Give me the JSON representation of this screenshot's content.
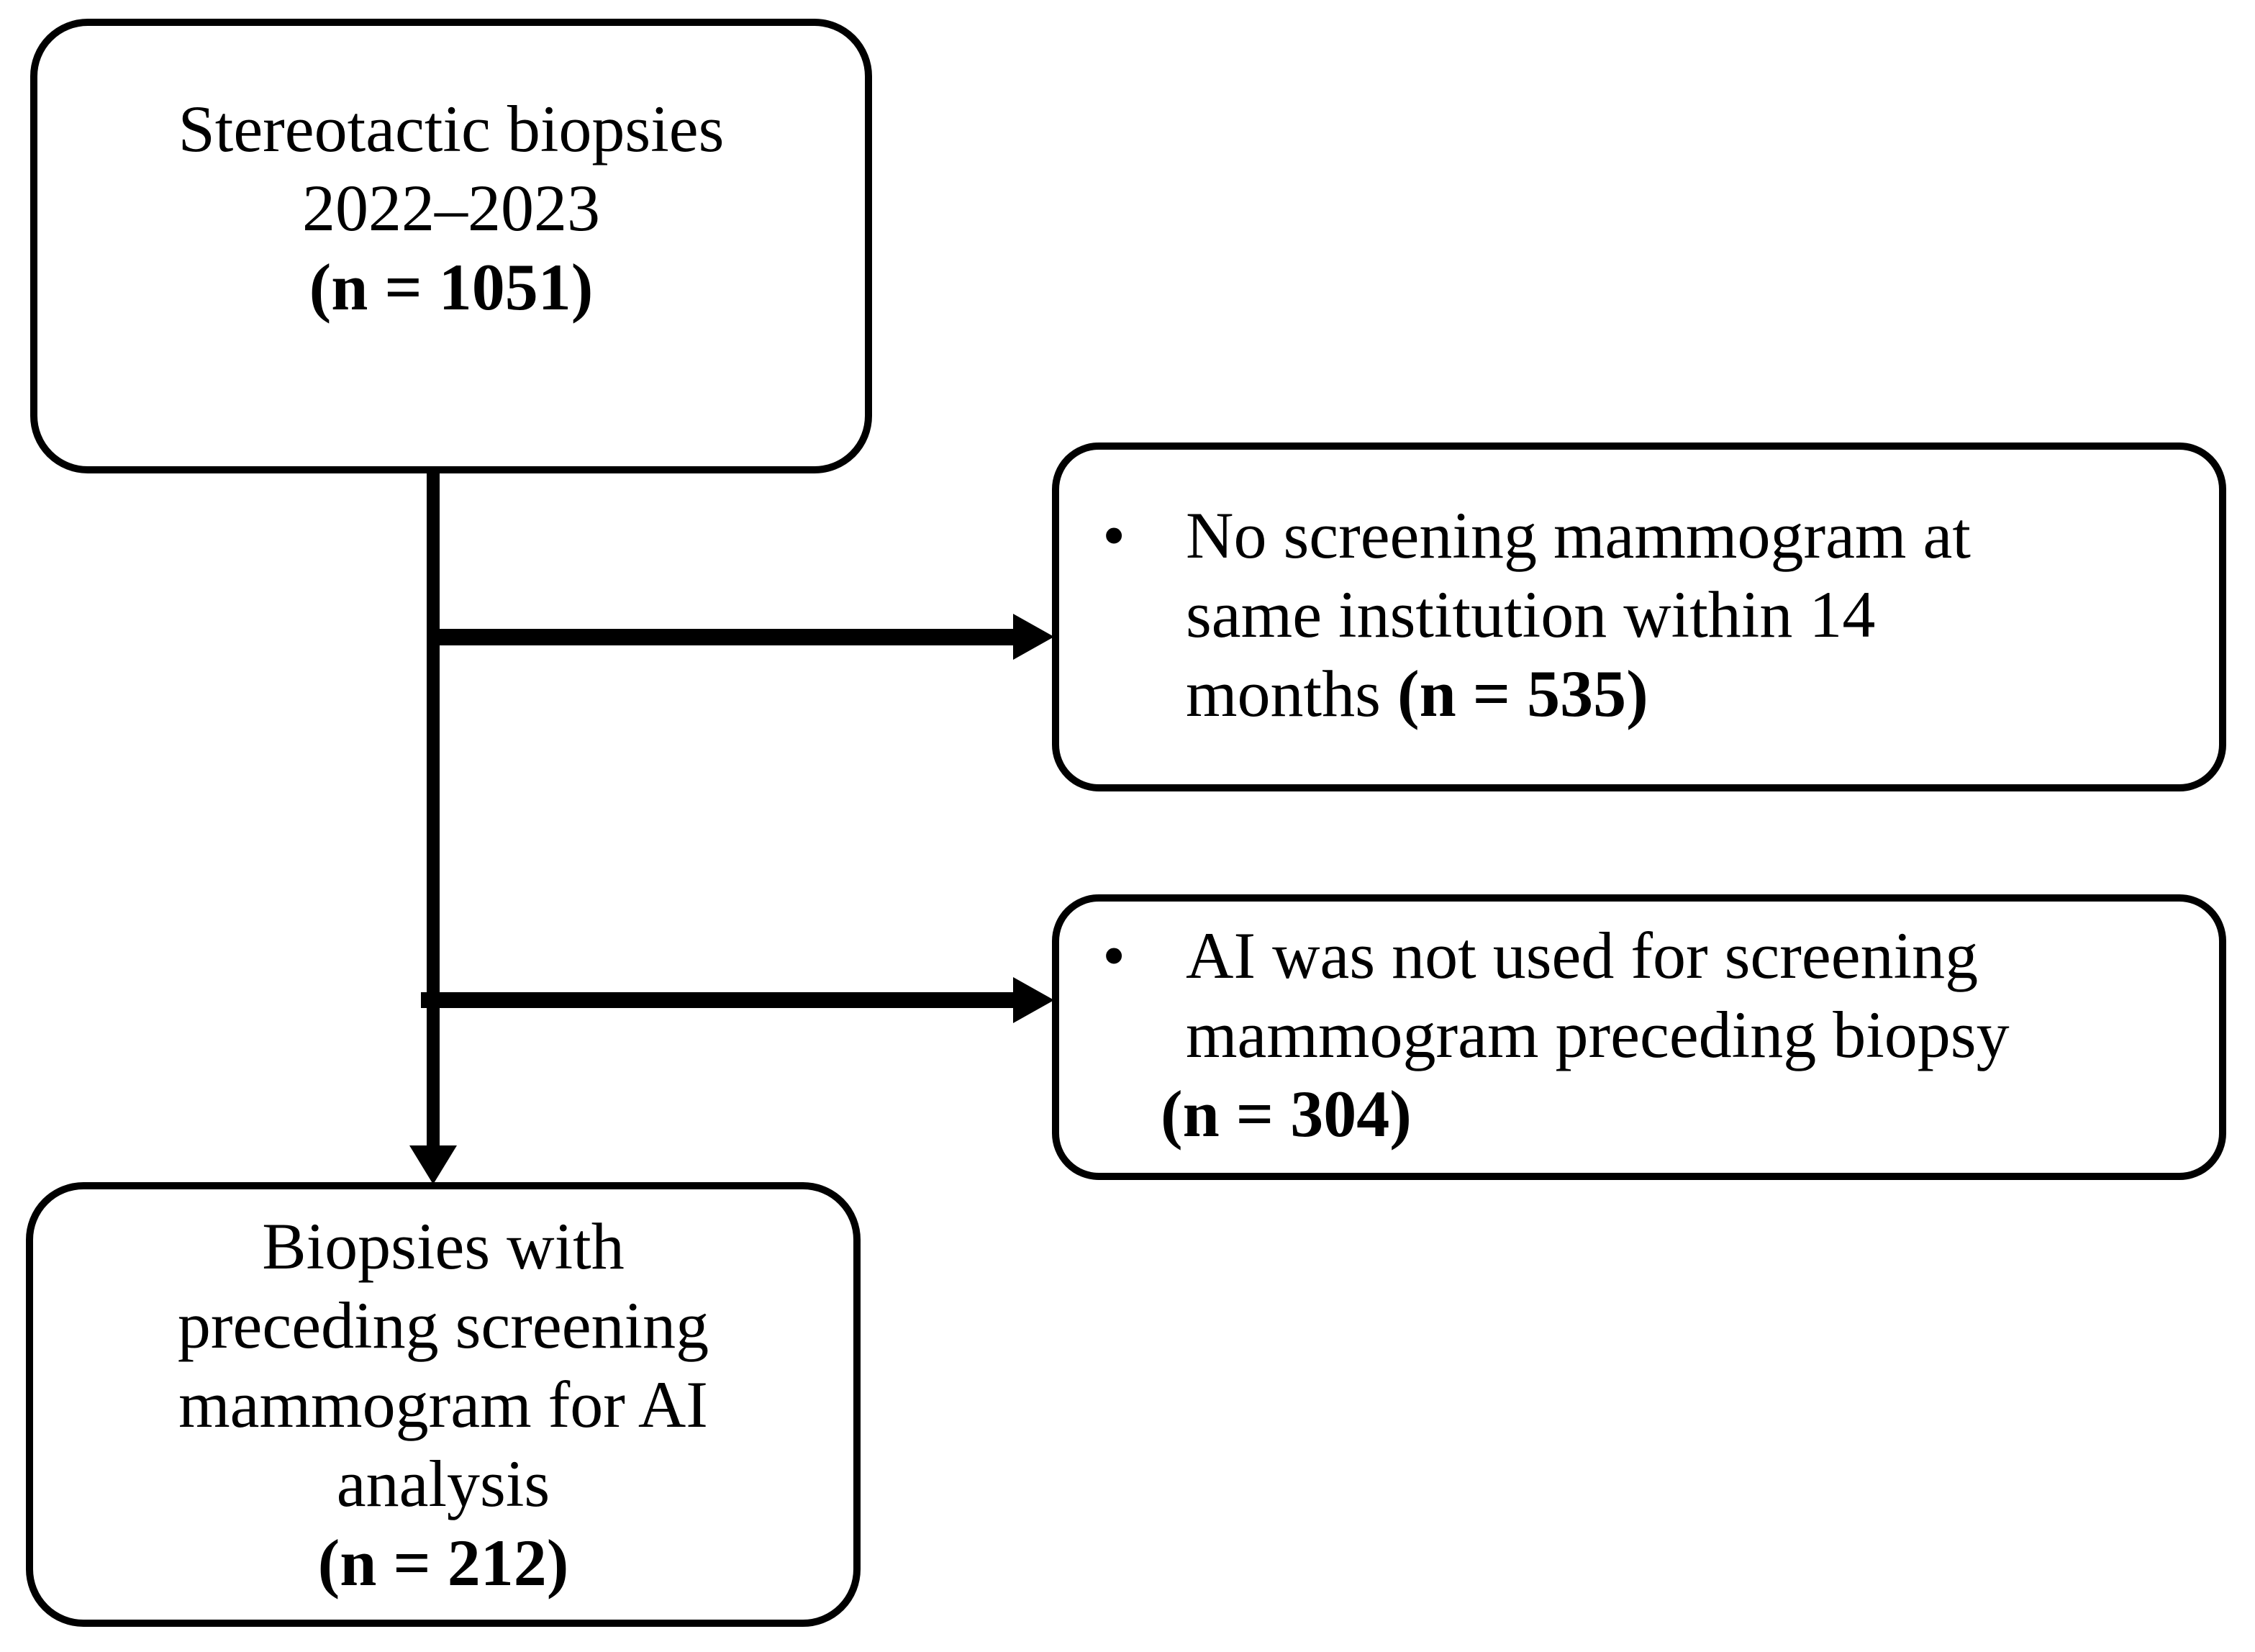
{
  "colors": {
    "background": "#ffffff",
    "line": "#000000",
    "text": "#000000"
  },
  "boxes": {
    "initial": {
      "line1": "Stereotactic biopsies",
      "line2": "2022–2023",
      "line3": "(n = 1051)"
    },
    "exclusion1": {
      "bullet": "•",
      "line1": "No screening mammogram at",
      "line2": "same institution within 14",
      "line3_prefix": "months ",
      "line3_bold": "(n = 535)"
    },
    "exclusion2": {
      "bullet": "•",
      "line1": "AI was not used for screening",
      "line2": "mammogram preceding biopsy",
      "line3_bold": "(n = 304)"
    },
    "final": {
      "line1": "Biopsies with",
      "line2": "preceding screening",
      "line3": "mammogram for AI",
      "line4": "analysis",
      "line5": "(n = 212)"
    }
  }
}
